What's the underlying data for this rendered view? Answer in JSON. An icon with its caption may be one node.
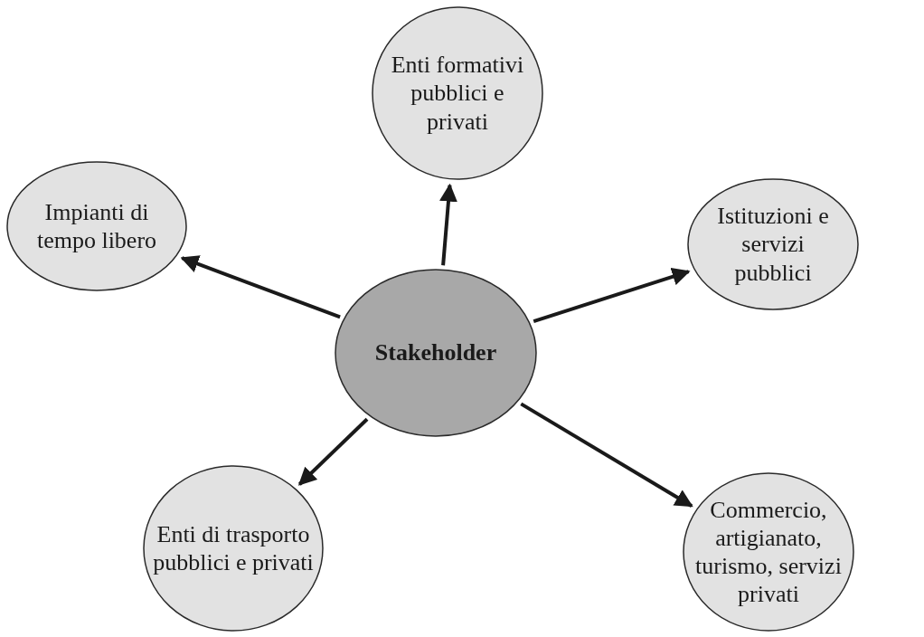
{
  "diagram": {
    "nodes": [
      {
        "text": [
          "Stakeholder"
        ]
      },
      {
        "text": [
          "Enti formativi pubblici e privati"
        ]
      },
      {
        "text": [
          "Impianti di tempo libero"
        ]
      },
      {
        "text": [
          "Istituzioni e servizi pubblici"
        ]
      },
      {
        "text": [
          "Enti di trasporto pubblici e privati"
        ]
      },
      {
        "text": [
          "Commercio, artigianato, turismo, servizi privati"
        ]
      }
    ],
    "edges": [
      {
        "from": 0,
        "to": 1,
        "arrow": "to"
      },
      {
        "from": 0,
        "to": 2,
        "arrow": "to"
      },
      {
        "from": 0,
        "to": 3,
        "arrow": "to"
      },
      {
        "from": 0,
        "to": 4,
        "arrow": "to"
      },
      {
        "from": 0,
        "to": 5,
        "arrow": "to"
      }
    ]
  }
}
